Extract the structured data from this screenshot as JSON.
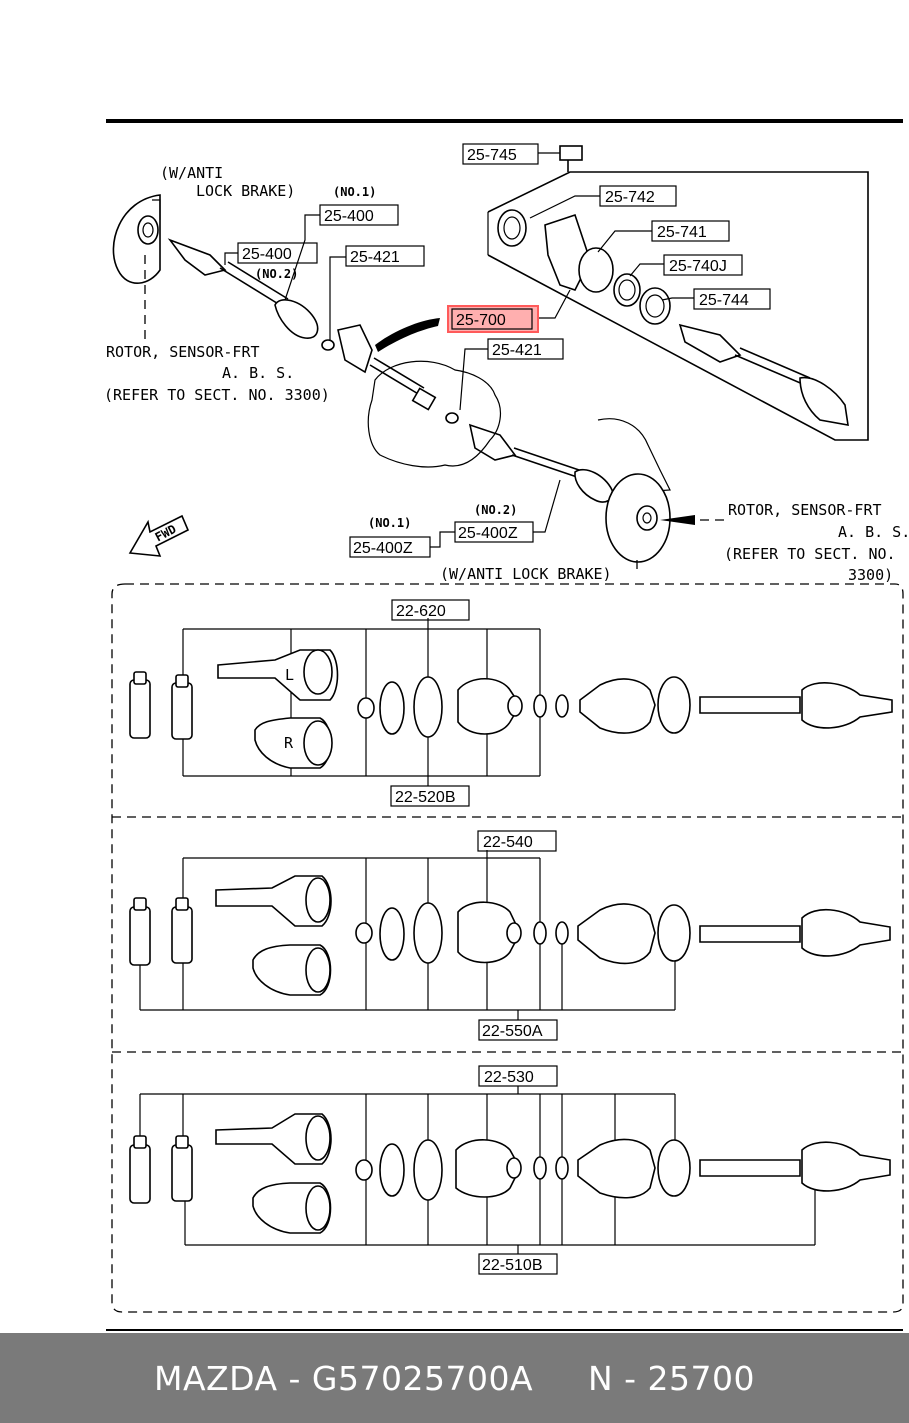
{
  "diagram": {
    "top_labels": {
      "anti_lock_left": [
        "(W/ANTI",
        "LOCK BRAKE)"
      ],
      "no1_left": "(NO.1)",
      "no2_left": "(NO.2)",
      "rotor_left": [
        "ROTOR, SENSOR-FRT",
        "A. B. S.",
        "(REFER TO SECT. NO. 3300)"
      ],
      "rotor_right": [
        "ROTOR, SENSOR-FRT",
        "A. B. S.",
        "(REFER TO SECT. NO.",
        "3300)"
      ],
      "no2_bottom": "(NO.2)",
      "no1_bottom": "(NO.1)",
      "anti_lock_bottom": "(W/ANTI LOCK BRAKE)",
      "fwd": "FWD"
    },
    "part_numbers": {
      "p25745": "25-745",
      "p25742": "25-742",
      "p25741": "25-741",
      "p25740j": "25-740J",
      "p25744": "25-744",
      "p25700": "25-700",
      "p25400a": "25-400",
      "p25400b": "25-400",
      "p25421a": "25-421",
      "p25421b": "25-421",
      "p25400z_no2": "25-400Z",
      "p25400z_no1": "25-400Z"
    },
    "highlight_color": "#ff5a5a",
    "kits": [
      {
        "top": "22-620",
        "bottom": "22-520B",
        "inner_l": "L",
        "inner_r": "R"
      },
      {
        "top": "22-540",
        "bottom": "22-550A"
      },
      {
        "top": "22-530",
        "bottom": "22-510B"
      }
    ]
  },
  "footer": {
    "text": "MAZDA - G57025700A     N - 25700"
  }
}
